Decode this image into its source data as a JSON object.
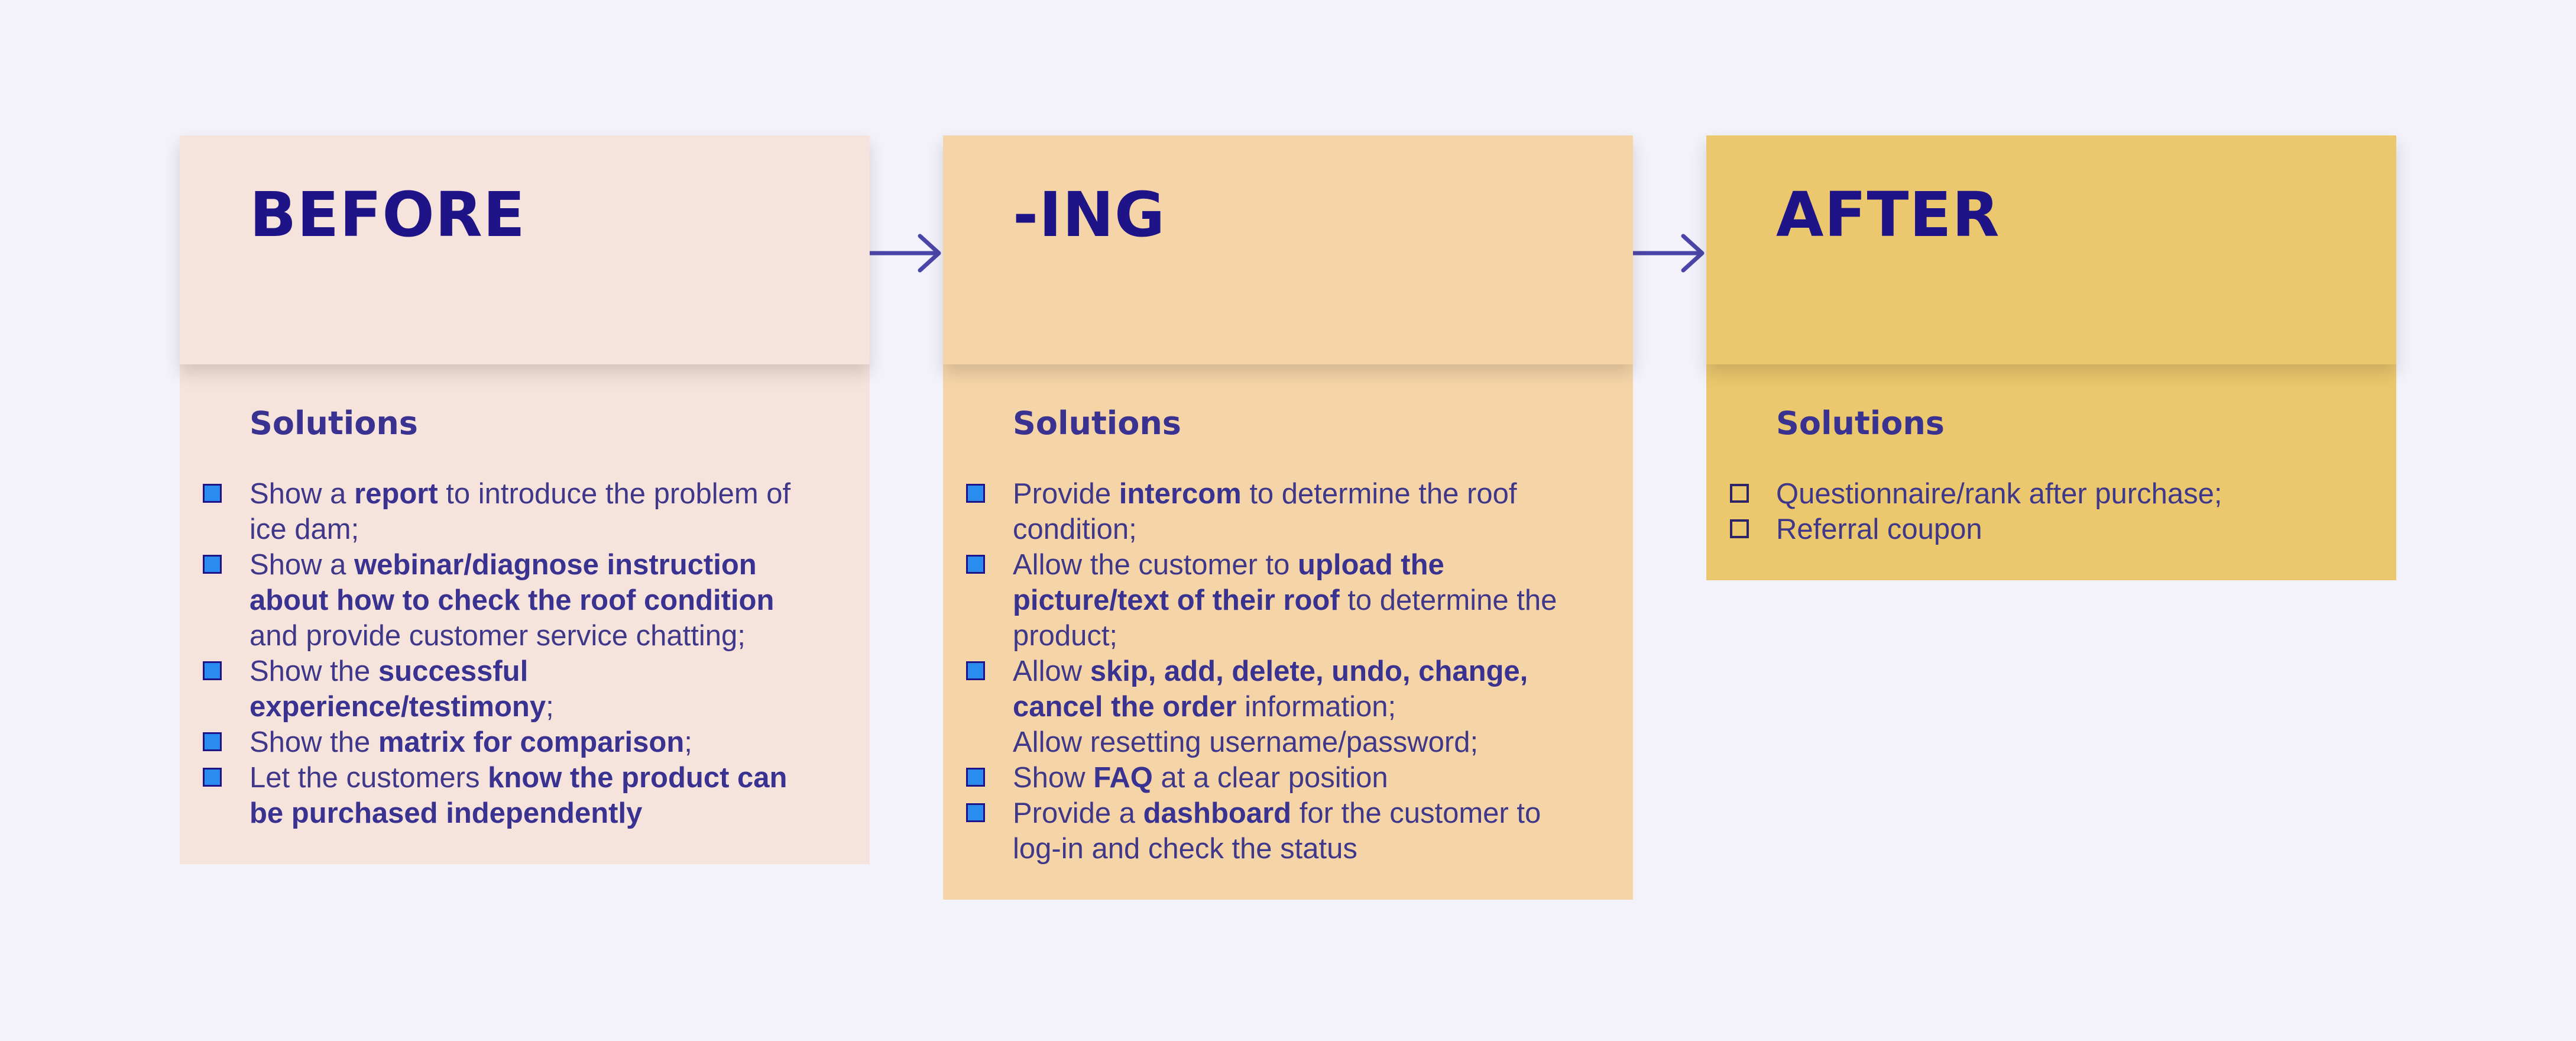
{
  "colors": {
    "background": "#f3f2fb",
    "before": "#f5e3dc",
    "ing": "#f5d5a8",
    "after": "#ebc76d",
    "title": "#1e1487",
    "text": "#3f3789",
    "checkbox_fill": "#2b8cf0"
  },
  "columns": [
    {
      "title": "BEFORE",
      "subtitle": "Solutions",
      "checkbox": "filled",
      "items": [
        [
          {
            "t": "Show a "
          },
          {
            "t": "report",
            "b": true
          },
          {
            "t": " to introduce the problem of ice dam;"
          }
        ],
        [
          {
            "t": "Show a "
          },
          {
            "t": "webinar/diagnose instruction about how to check the roof condition",
            "b": true
          },
          {
            "t": " and provide customer service chatting;"
          }
        ],
        [
          {
            "t": "Show the "
          },
          {
            "t": "successful experience/testimony",
            "b": true
          },
          {
            "t": ";"
          }
        ],
        [
          {
            "t": "Show the "
          },
          {
            "t": "matrix for comparison",
            "b": true
          },
          {
            "t": ";"
          }
        ],
        [
          {
            "t": "Let the customers "
          },
          {
            "t": "know the product can be purchased independently",
            "b": true
          }
        ]
      ]
    },
    {
      "title": "-ING",
      "subtitle": "Solutions",
      "checkbox": "filled",
      "items": [
        [
          {
            "t": "Provide "
          },
          {
            "t": "intercom",
            "b": true
          },
          {
            "t": " to determine the roof condition;"
          }
        ],
        [
          {
            "t": "Allow the customer to "
          },
          {
            "t": "upload the picture/text of their roof",
            "b": true
          },
          {
            "t": " to determine the product;"
          }
        ],
        [
          {
            "t": "Allow "
          },
          {
            "t": "skip, add, delete, undo, change, cancel the order",
            "b": true
          },
          {
            "t": " information;\nAllow resetting username/password;"
          }
        ],
        [
          {
            "t": "Show "
          },
          {
            "t": "FAQ",
            "b": true
          },
          {
            "t": " at a clear position"
          }
        ],
        [
          {
            "t": "Provide a "
          },
          {
            "t": "dashboard",
            "b": true
          },
          {
            "t": " for the customer to log-in and check the status"
          }
        ]
      ]
    },
    {
      "title": "AFTER",
      "subtitle": "Solutions",
      "checkbox": "empty",
      "items": [
        [
          {
            "t": "Questionnaire/rank after purchase;"
          }
        ],
        [
          {
            "t": "Referral coupon"
          }
        ]
      ]
    }
  ],
  "arrows": [
    {
      "from": "BEFORE",
      "to": "-ING"
    },
    {
      "from": "-ING",
      "to": "AFTER"
    }
  ]
}
